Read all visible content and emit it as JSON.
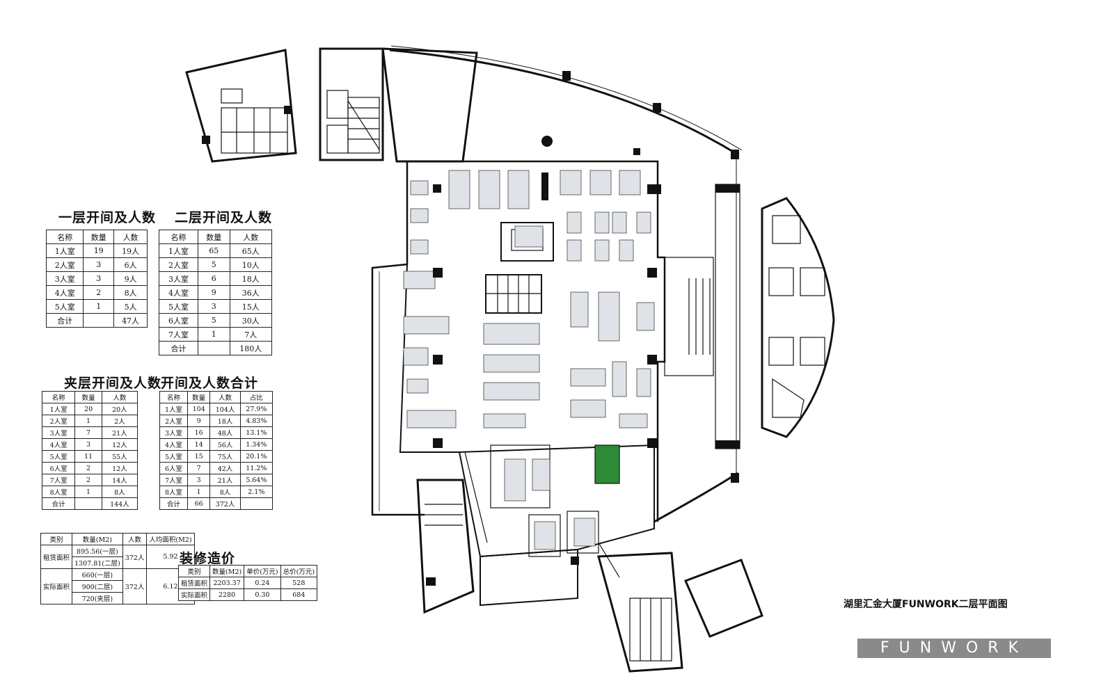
{
  "floor1": {
    "title": "一层开间及人数",
    "headers": [
      "名称",
      "数量",
      "人数"
    ],
    "rows": [
      [
        "1人室",
        "19",
        "19人"
      ],
      [
        "2人室",
        "3",
        "6人"
      ],
      [
        "3人室",
        "3",
        "9人"
      ],
      [
        "4人室",
        "2",
        "8人"
      ],
      [
        "5人室",
        "1",
        "5人"
      ],
      [
        "合计",
        "",
        "47人"
      ]
    ]
  },
  "floor2": {
    "title": "二层开间及人数",
    "headers": [
      "名称",
      "数量",
      "人数"
    ],
    "rows": [
      [
        "1人室",
        "65",
        "65人"
      ],
      [
        "2人室",
        "5",
        "10人"
      ],
      [
        "3人室",
        "6",
        "18人"
      ],
      [
        "4人室",
        "9",
        "36人"
      ],
      [
        "5人室",
        "3",
        "15人"
      ],
      [
        "6人室",
        "5",
        "30人"
      ],
      [
        "7人室",
        "1",
        "7人"
      ],
      [
        "合计",
        "",
        "180人"
      ]
    ]
  },
  "mezzanine": {
    "title": "夹层开间及人数",
    "headers": [
      "名称",
      "数量",
      "人数"
    ],
    "rows": [
      [
        "1人室",
        "20",
        "20人"
      ],
      [
        "2人室",
        "1",
        "2人"
      ],
      [
        "3人室",
        "7",
        "21人"
      ],
      [
        "4人室",
        "3",
        "12人"
      ],
      [
        "5人室",
        "11",
        "55人"
      ],
      [
        "6人室",
        "2",
        "12人"
      ],
      [
        "7人室",
        "2",
        "14人"
      ],
      [
        "8人室",
        "1",
        "8人"
      ],
      [
        "合计",
        "",
        "144人"
      ]
    ]
  },
  "total": {
    "title": "开间及人数合计",
    "headers": [
      "名称",
      "数量",
      "人数",
      "占比"
    ],
    "rows": [
      [
        "1人室",
        "104",
        "104人",
        "27.9%"
      ],
      [
        "2人室",
        "9",
        "18人",
        "4.83%"
      ],
      [
        "3人室",
        "16",
        "48人",
        "13.1%"
      ],
      [
        "4人室",
        "14",
        "56人",
        "1.34%"
      ],
      [
        "5人室",
        "15",
        "75人",
        "20.1%"
      ],
      [
        "6人室",
        "7",
        "42人",
        "11.2%"
      ],
      [
        "7人室",
        "3",
        "21人",
        "5.64%"
      ],
      [
        "8人室",
        "1",
        "8人",
        "2.1%"
      ],
      [
        "合计",
        "66",
        "372人",
        ""
      ]
    ]
  },
  "area": {
    "headers": [
      "类别",
      "数量(M2)",
      "人数",
      "人均面积(M2)"
    ],
    "rent_label": "租赁面积",
    "rent_values": [
      "895.56(一层)",
      "1307.81(二层)"
    ],
    "rent_people": "372人",
    "rent_avg": "5.92",
    "real_label": "实际面积",
    "real_values": [
      "660(一层)",
      "900(二层)",
      "720(夹层)"
    ],
    "real_people": "372人",
    "real_avg": "6.12"
  },
  "cost": {
    "title": "装修造价",
    "headers": [
      "类别",
      "数量(M2)",
      "单价(万元)",
      "总价(万元)"
    ],
    "rows": [
      [
        "租赁面积",
        "2203.37",
        "0.24",
        "528"
      ],
      [
        "实际面积",
        "2280",
        "0.30",
        "684"
      ]
    ]
  },
  "caption": "湖里汇金大厦FUNWORK二层平面图",
  "logo": "FUNWORK"
}
